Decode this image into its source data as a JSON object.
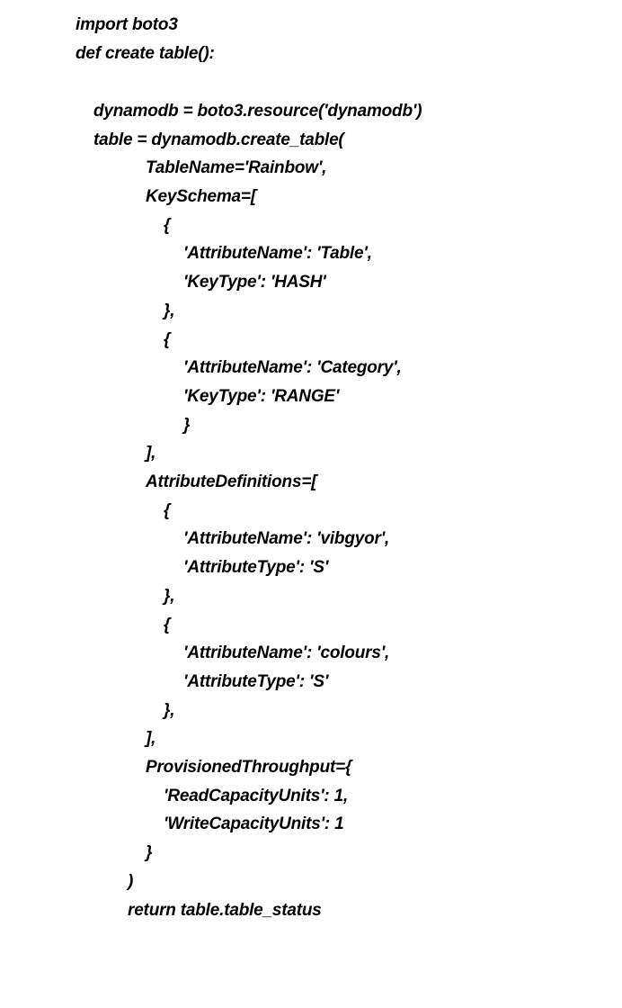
{
  "code": {
    "lines": [
      "import boto3",
      "def create table():",
      "dynamodb = boto3.resource('dynamodb')",
      "table = dynamodb.create_table(",
      "TableName='Rainbow',",
      "KeySchema=[",
      "{",
      "'AttributeName': 'Table',",
      "'KeyType': 'HASH'",
      "},",
      "{",
      "'AttributeName': 'Category',",
      "'KeyType': 'RANGE'",
      "}",
      "],",
      "AttributeDefinitions=[",
      "{",
      "'AttributeName': 'vibgyor',",
      "'AttributeType': 'S'",
      "},",
      "{",
      "'AttributeName': 'colours',",
      "'AttributeType': 'S'",
      "},",
      "],",
      "ProvisionedThroughput={",
      "'ReadCapacityUnits': 1,",
      "'WriteCapacityUnits': 1",
      "}",
      ")",
      "return table.table_status"
    ]
  }
}
